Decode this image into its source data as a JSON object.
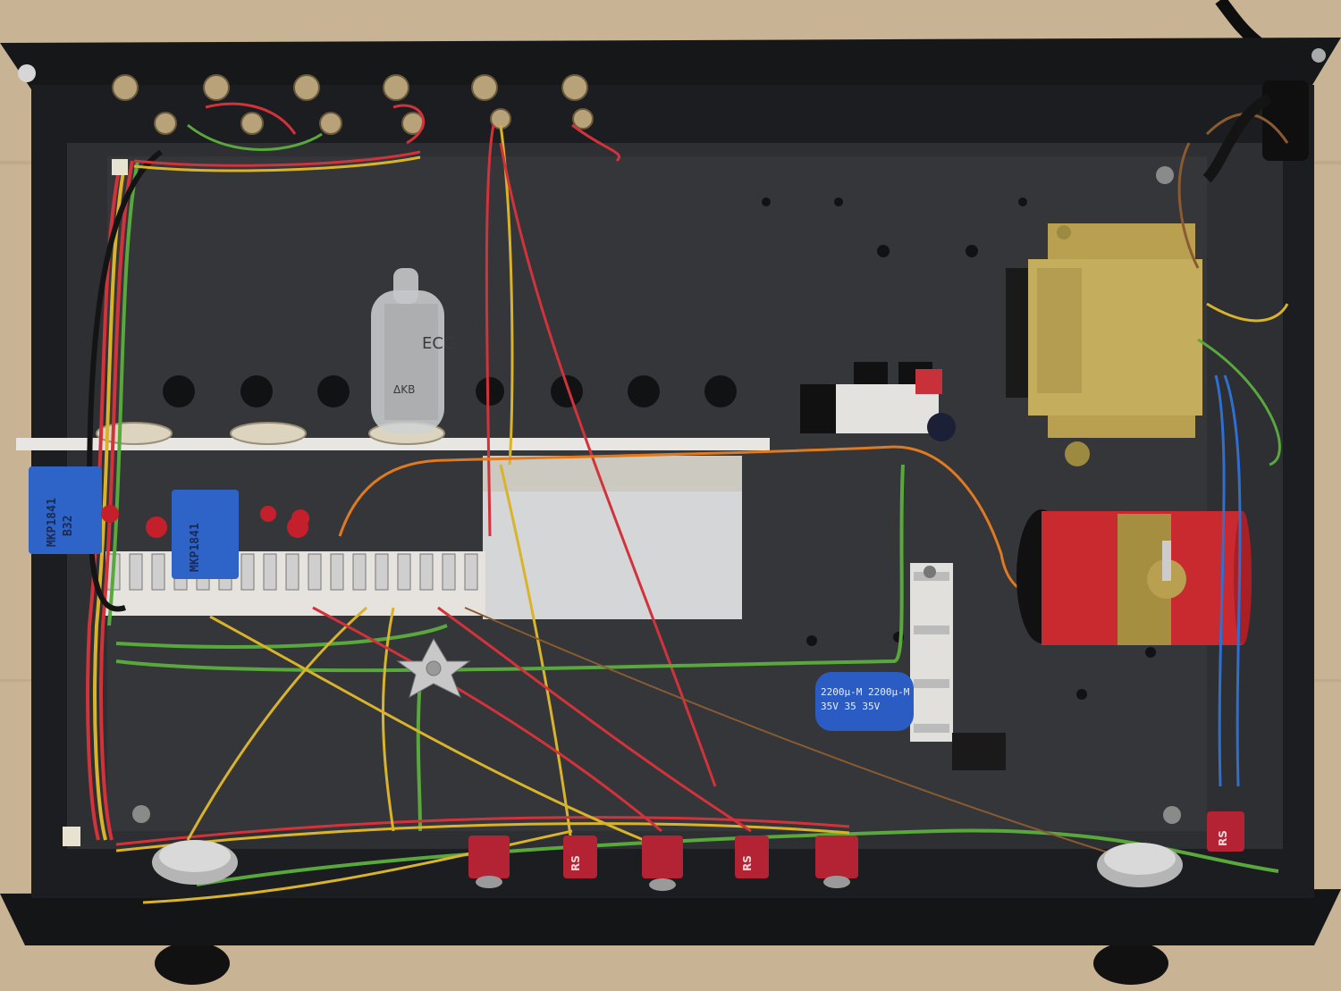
{
  "image": {
    "type": "photograph",
    "subject": "Valve (tube) preamp chassis interior, top-down view"
  },
  "labels": {
    "tube_marking": "ECC",
    "tube_code": "ΔKB",
    "cap_left_line1": "MKP1841",
    "cap_left_line2": "B32",
    "cap_right_line1": "MKP1841",
    "ecap_line1": "2200μ-M 2200μ-M",
    "ecap_line2": "35V 35 35V",
    "switch_mark": "RS"
  },
  "colors": {
    "chassis": "#1b1c1e",
    "floor": "#2e3034",
    "wire_red": "#d2333a",
    "wire_yellow": "#d9b42a",
    "wire_green": "#58a83c",
    "wire_blue": "#2f6fd0",
    "wire_black": "#141414",
    "wire_brown": "#8a5a30",
    "wire_orange": "#e07a20",
    "transformer": "#b8a050",
    "choke": "#c82a30",
    "board": "#d8d8d8",
    "toggle": "#b32333"
  }
}
